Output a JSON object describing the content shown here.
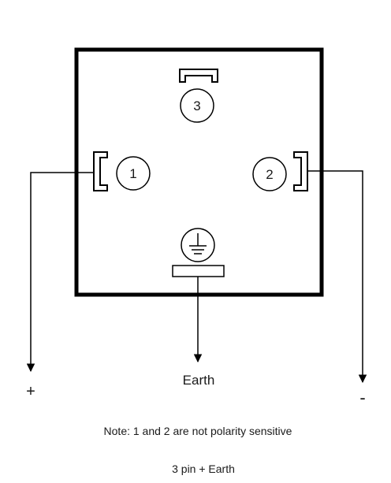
{
  "pins": {
    "pin1": "1",
    "pin2": "2",
    "pin3": "3"
  },
  "terminals": {
    "left": "+",
    "right": "-",
    "bottom": "Earth"
  },
  "earth_symbol_icon": "ground-icon",
  "note": "Note: 1 and 2 are not polarity sensitive",
  "caption": "3 pin + Earth"
}
